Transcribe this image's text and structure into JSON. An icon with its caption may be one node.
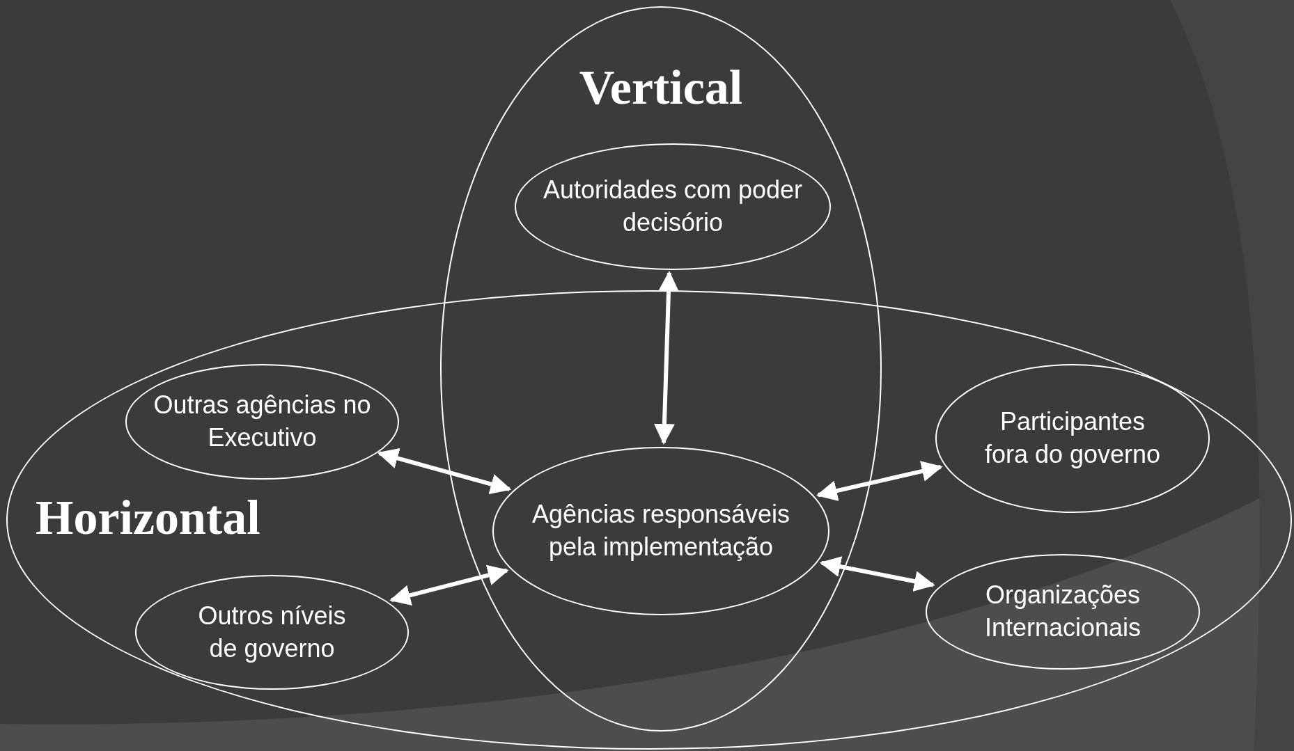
{
  "diagram": {
    "nodes": [
      {
        "text": [
          "Vertical"
        ]
      },
      {
        "text": [
          "Autoridades com poder decisório"
        ],
        "in": 0
      },
      {
        "text": [
          "Horizontal"
        ]
      },
      {
        "text": [
          "Outras agências no Executivo"
        ],
        "in": 2
      },
      {
        "text": [
          "Agências responsáveis pela implementação"
        ]
      },
      {
        "text": [
          "Outros níveis de governo"
        ],
        "in": 2
      },
      {
        "text": [
          "Participantes fora do governo"
        ],
        "in": 2
      },
      {
        "text": [
          "Organizações Internacionais"
        ],
        "in": 2
      }
    ],
    "edges": [
      {
        "from": 1,
        "to": 4,
        "arrow": "both"
      },
      {
        "from": 3,
        "to": 4,
        "arrow": "both"
      },
      {
        "from": 5,
        "to": 4,
        "arrow": "both"
      },
      {
        "from": 4,
        "to": 6,
        "arrow": "both"
      },
      {
        "from": 4,
        "to": 7,
        "arrow": "both"
      }
    ]
  }
}
